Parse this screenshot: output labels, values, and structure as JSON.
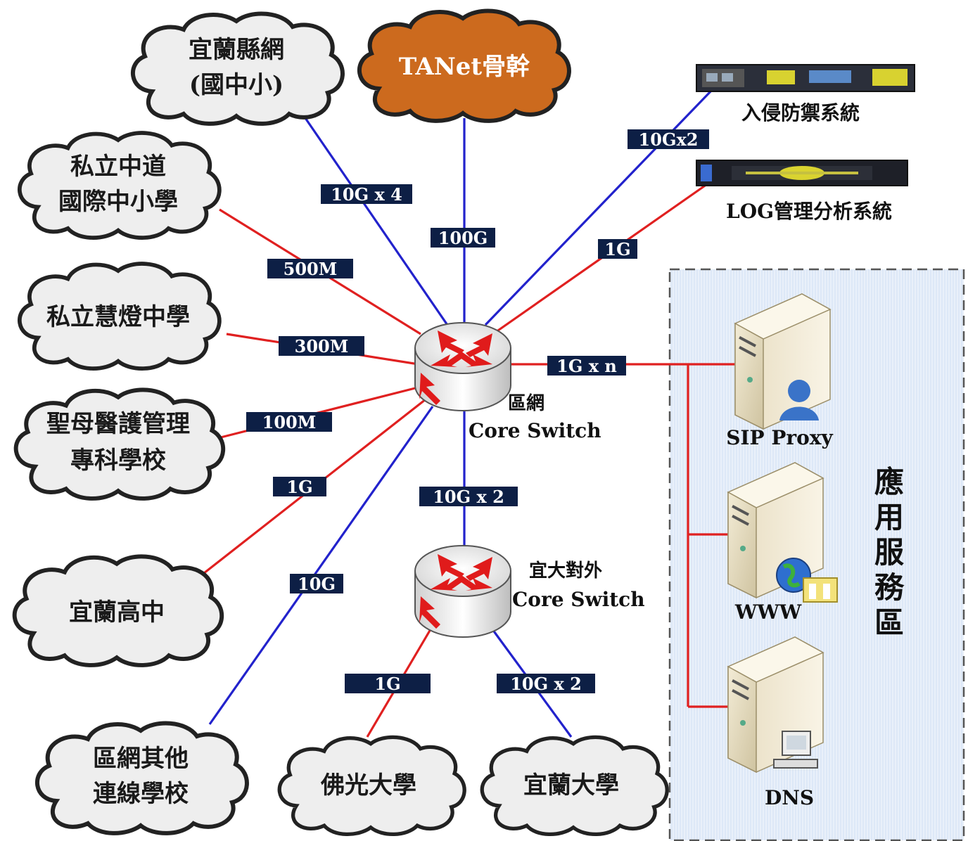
{
  "clouds": {
    "yilan_county_net": [
      "宜蘭縣網",
      "(國中小)"
    ],
    "tanet": [
      "TANet骨幹"
    ],
    "zhongdao": [
      "私立中道",
      "國際中小學"
    ],
    "huideng": [
      "私立慧燈中學"
    ],
    "smc": [
      "聖母醫護管理",
      "專科學校"
    ],
    "yilan_high": [
      "宜蘭高中"
    ],
    "other_schools": [
      "區網其他",
      "連線學校"
    ],
    "fgu": [
      "佛光大學"
    ],
    "niu": [
      "宜蘭大學"
    ]
  },
  "devices": {
    "ips": "入侵防禦系統",
    "log": "LOG管理分析系統",
    "core_switch_line1": "區網",
    "core_switch_line2": "Core Switch",
    "niu_switch_line1": "宜大對外",
    "niu_switch_line2": "Core Switch"
  },
  "servers": {
    "sip": "SIP Proxy",
    "www": "WWW",
    "dns": "DNS"
  },
  "zone_label": [
    "應",
    "用",
    "服",
    "務",
    "區"
  ],
  "links": {
    "yilan_county": "10G x 4",
    "tanet": "100G",
    "ips": "10Gx2",
    "log": "1G",
    "zhongdao": "500M",
    "huideng": "300M",
    "smc": "100M",
    "yilan_high": "1G",
    "other_schools": "10G",
    "servers": "1G x n",
    "niu_uplink": "10G x 2",
    "fgu": "1G",
    "niu": "10G x 2"
  },
  "colors": {
    "link_10g": "#2222cc",
    "link_1g": "#e02020",
    "badge": "#0d1f45",
    "tanet_cloud": "#cc6a1e",
    "zone_fill": "#dfe9f7"
  }
}
